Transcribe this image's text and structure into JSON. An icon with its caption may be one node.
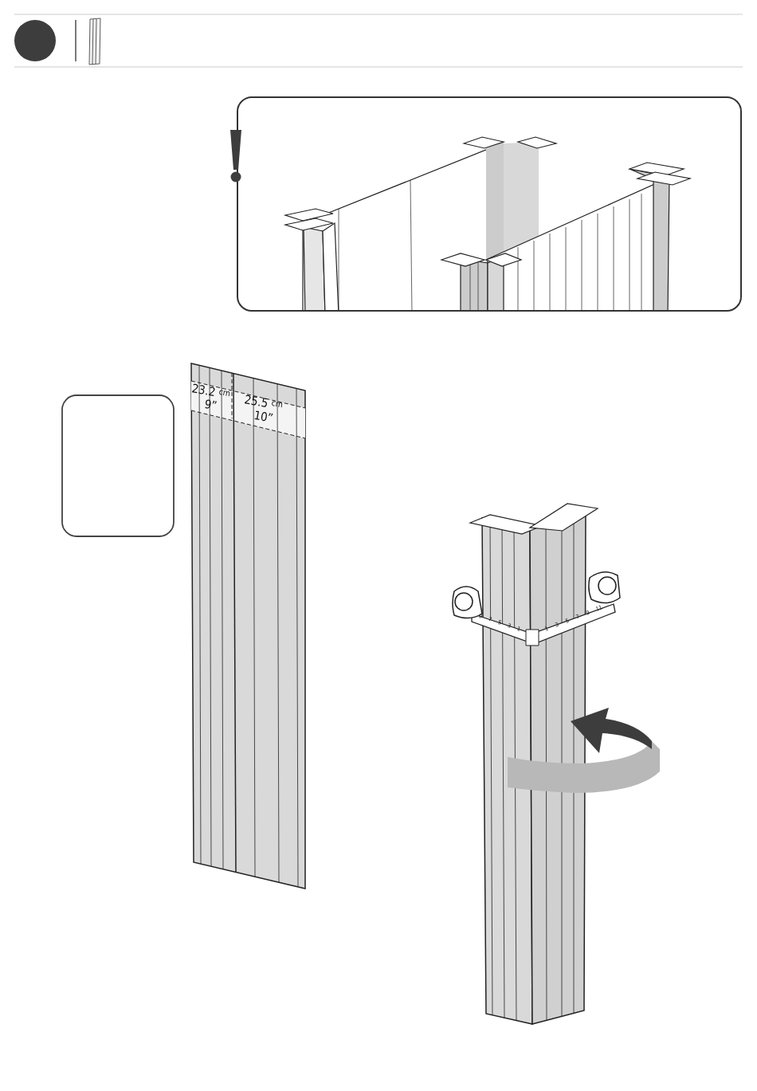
{
  "diagram": {
    "labels": [
      "23.2 $^{cm}$",
      "9”",
      "25.5 $^{cm}$",
      "10”",
      "9",
      "7",
      "5",
      "3",
      "1",
      "1",
      "3",
      "5",
      "7",
      "9",
      "11"
    ]
  }
}
